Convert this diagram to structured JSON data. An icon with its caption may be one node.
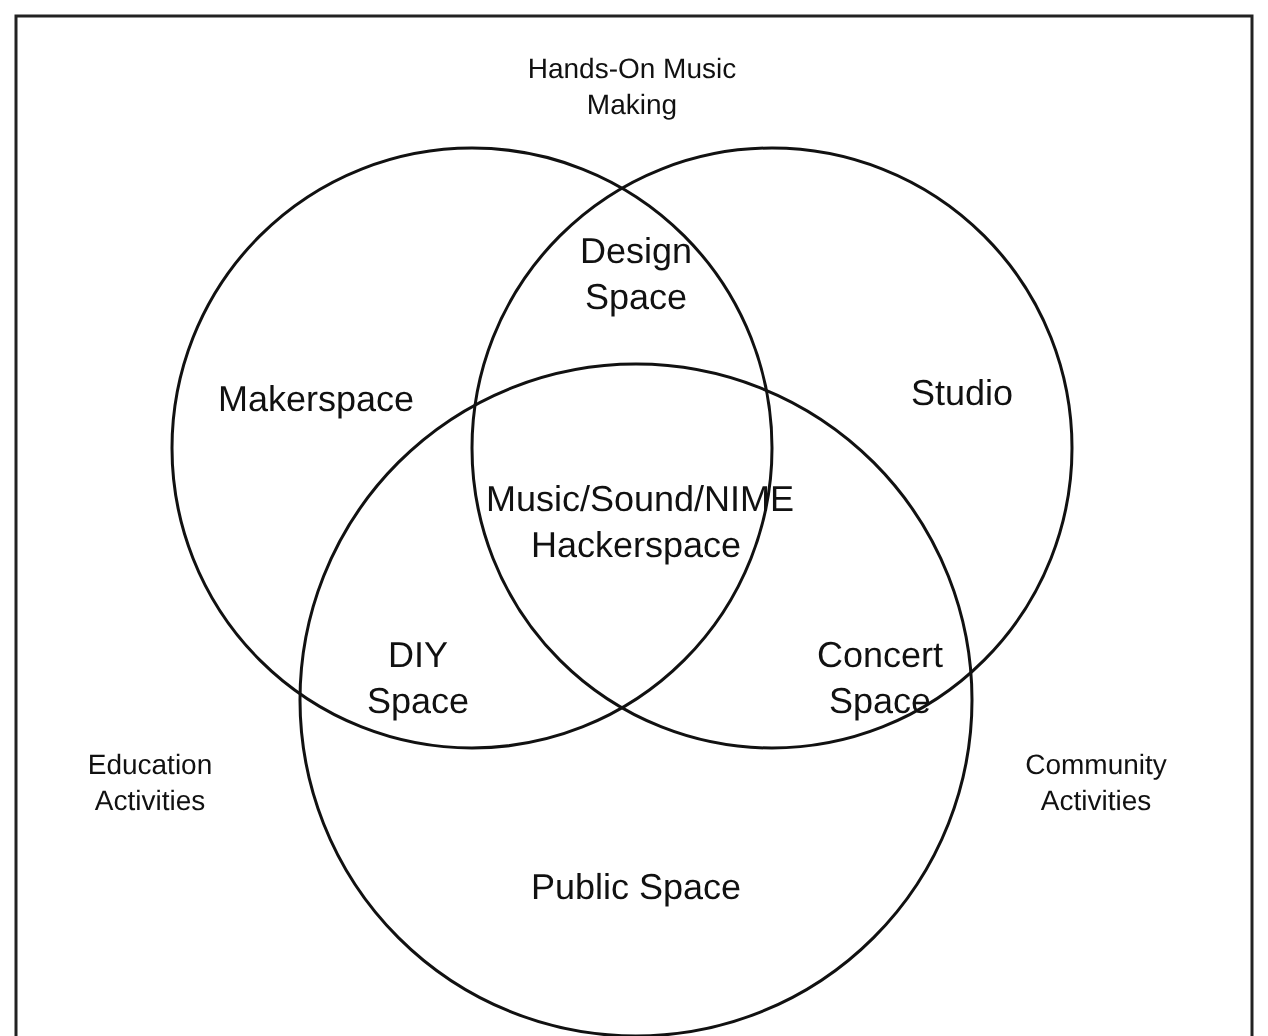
{
  "diagram": {
    "nodes": [
      {
        "text": [],
        "shape": "circle"
      },
      {
        "text": [],
        "shape": "circle"
      },
      {
        "text": [],
        "shape": "circle"
      }
    ],
    "labels": [
      "Hands-On Music Making",
      "Design Space",
      "Makerspace",
      "Studio",
      "Music/Sound/NIME Hackerspace",
      "DIY Space",
      "Concert Space",
      "Education Activities",
      "Community Activities",
      "Public Space"
    ]
  }
}
